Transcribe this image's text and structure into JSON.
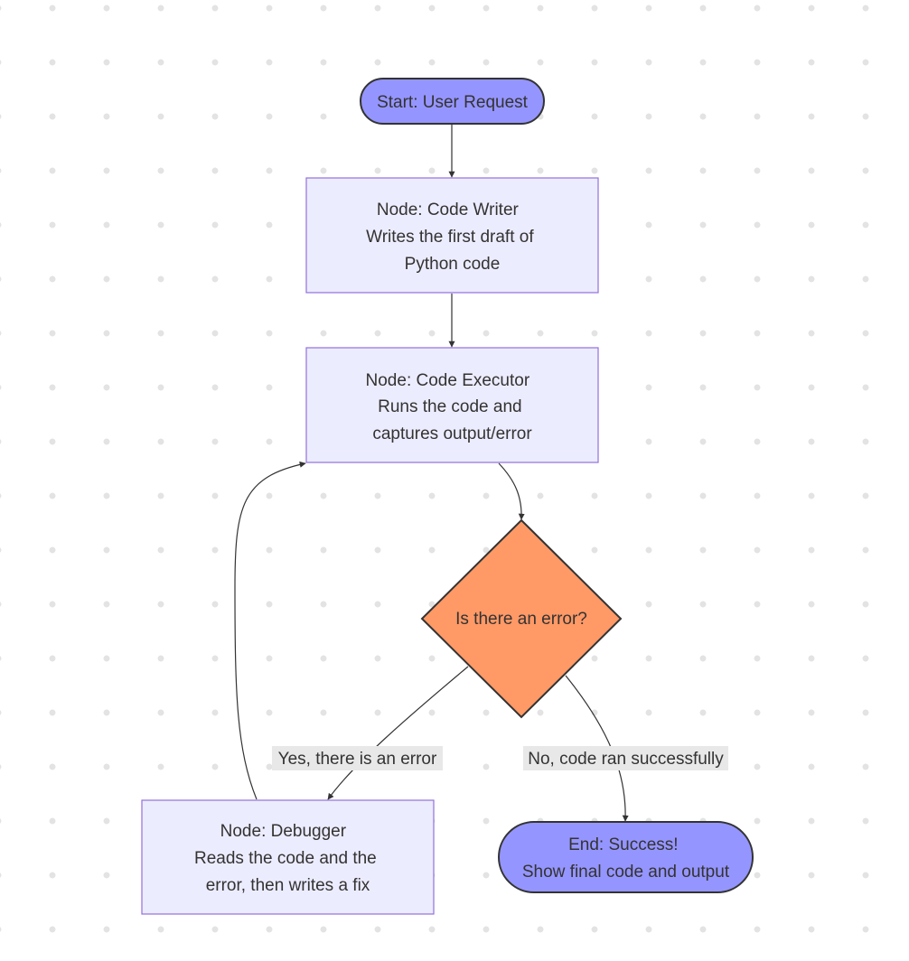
{
  "colors": {
    "terminal_fill": "#9595ff",
    "process_fill": "#ececff",
    "process_stroke": "#9370db",
    "decision_fill": "#ff9966",
    "edge_stroke": "#333333",
    "edge_label_bg": "#e8e8e8",
    "text": "#333333"
  },
  "nodes": {
    "start": {
      "lines": [
        "Start: User Request"
      ]
    },
    "code_writer": {
      "lines": [
        "Node: Code Writer",
        "Writes the first draft of",
        "Python code"
      ]
    },
    "code_executor": {
      "lines": [
        "Node: Code Executor",
        "Runs the code and",
        "captures output/error"
      ]
    },
    "decision": {
      "lines": [
        "Is there an error?"
      ]
    },
    "debugger": {
      "lines": [
        "Node: Debugger",
        "Reads the code and the",
        "error, then writes a fix"
      ]
    },
    "end": {
      "lines": [
        "End: Success!",
        "Show final code and output"
      ]
    }
  },
  "edges": {
    "yes_label": "Yes, there is an error",
    "no_label": "No, code ran successfully"
  }
}
